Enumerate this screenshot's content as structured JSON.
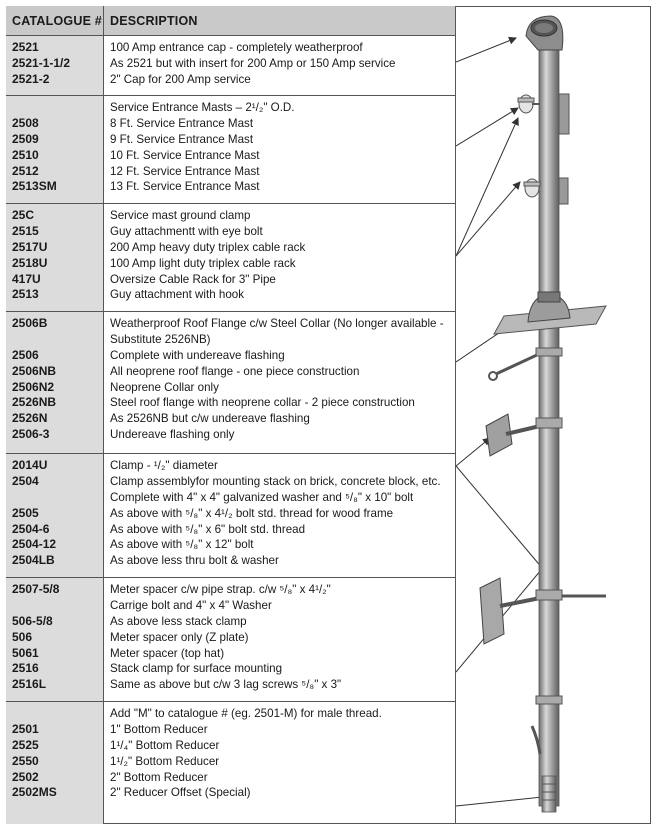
{
  "header": {
    "catalogue_label": "CATALOGUE #",
    "description_label": "DESCRIPTION"
  },
  "groups": [
    {
      "rows": [
        {
          "code": "2521",
          "desc": "100 Amp entrance cap - completely weatherproof"
        },
        {
          "code": "2521-1-1/2",
          "desc": "As 2521 but with insert for 200 Amp or 150 Amp service"
        },
        {
          "code": "2521-2",
          "desc": "2\" Cap for 200 Amp service"
        }
      ]
    },
    {
      "rows": [
        {
          "code": "",
          "desc": "Service Entrance Masts – 2¹/₂\" O.D."
        },
        {
          "code": "2508",
          "desc": "8 Ft. Service Entrance Mast"
        },
        {
          "code": "2509",
          "desc": "9 Ft. Service Entrance Mast"
        },
        {
          "code": "2510",
          "desc": "10 Ft. Service Entrance Mast"
        },
        {
          "code": "2512",
          "desc": "12 Ft. Service Entrance Mast"
        },
        {
          "code": "2513SM",
          "desc": "13 Ft. Service Entrance Mast"
        }
      ]
    },
    {
      "rows": [
        {
          "code": "25C",
          "desc": "Service mast ground clamp"
        },
        {
          "code": "2515",
          "desc": "Guy attachmentt with eye bolt"
        },
        {
          "code": "2517U",
          "desc": "200 Amp heavy duty triplex cable rack"
        },
        {
          "code": "2518U",
          "desc": "100 Amp light duty triplex cable rack"
        },
        {
          "code": "417U",
          "desc": "Oversize Cable Rack for 3\" Pipe"
        },
        {
          "code": "2513",
          "desc": "Guy attachment with hook"
        }
      ]
    },
    {
      "rows": [
        {
          "code": "2506B",
          "desc": "Weatherproof Roof Flange c/w Steel Collar (No longer available - Substitute 2526NB)",
          "tall": true
        },
        {
          "code": "2506",
          "desc": "Complete with undereave flashing"
        },
        {
          "code": "2506NB",
          "desc": "All neoprene roof flange - one piece construction"
        },
        {
          "code": "2506N2",
          "desc": "Neoprene Collar only"
        },
        {
          "code": "2526NB",
          "desc": "Steel roof flange with neoprene collar - 2 piece construction"
        },
        {
          "code": "2526N",
          "desc": "As 2526NB but c/w undereave flashing"
        },
        {
          "code": "2506-3",
          "desc": "Undereave flashing only"
        }
      ]
    },
    {
      "rows": [
        {
          "code": "2014U",
          "desc": "Clamp - ¹/₂\" diameter"
        },
        {
          "code": "2504",
          "desc": "Clamp assemblyfor mounting stack on brick, concrete block, etc."
        },
        {
          "code": "",
          "desc": "Complete with 4\" x 4\" galvanized washer and ⁵/₈\" x 10\" bolt"
        },
        {
          "code": "2505",
          "desc": "As above with ⁵/₈\" x 4¹/₂ bolt std. thread for wood frame"
        },
        {
          "code": "2504-6",
          "desc": "As above with ⁵/₈\" x 6\" bolt std. thread"
        },
        {
          "code": "2504-12",
          "desc": "As above with ⁵/₈\" x 12\" bolt"
        },
        {
          "code": "2504LB",
          "desc": "As above less thru bolt & washer"
        }
      ]
    },
    {
      "rows": [
        {
          "code": "2507-5/8",
          "desc": "Meter spacer c/w pipe strap. c/w ⁵/₈\" x 4¹/₂\""
        },
        {
          "code": "",
          "desc": "Carrige bolt and 4\" x 4\" Washer"
        },
        {
          "code": "506-5/8",
          "desc": "As above less stack clamp"
        },
        {
          "code": "506",
          "desc": "Meter spacer only (Z plate)"
        },
        {
          "code": "5061",
          "desc": "Meter spacer (top hat)"
        },
        {
          "code": "2516",
          "desc": "Stack clamp for surface mounting"
        },
        {
          "code": "2516L",
          "desc": "Same as above but c/w 3 lag screws ⁵/₈\" x 3\""
        }
      ]
    },
    {
      "rows": [
        {
          "code": "",
          "desc": "Add \"M\" to catalogue # (eg. 2501-M) for male thread."
        },
        {
          "code": "2501",
          "desc": "1\" Bottom Reducer"
        },
        {
          "code": "2525",
          "desc": "1¹/₄\" Bottom Reducer"
        },
        {
          "code": "2550",
          "desc": "1¹/₂\" Bottom Reducer"
        },
        {
          "code": "2502",
          "desc": "2\" Bottom Reducer"
        },
        {
          "code": "2502MS",
          "desc": "2\" Reducer Offset (Special)"
        }
      ]
    }
  ],
  "image": {
    "subject": "service-entrance-mast-assembly"
  },
  "colors": {
    "header_bg": "#c9c9c9",
    "code_col_bg": "#dcdcdc",
    "border": "#555555",
    "pipe": "#9a9a9a"
  }
}
